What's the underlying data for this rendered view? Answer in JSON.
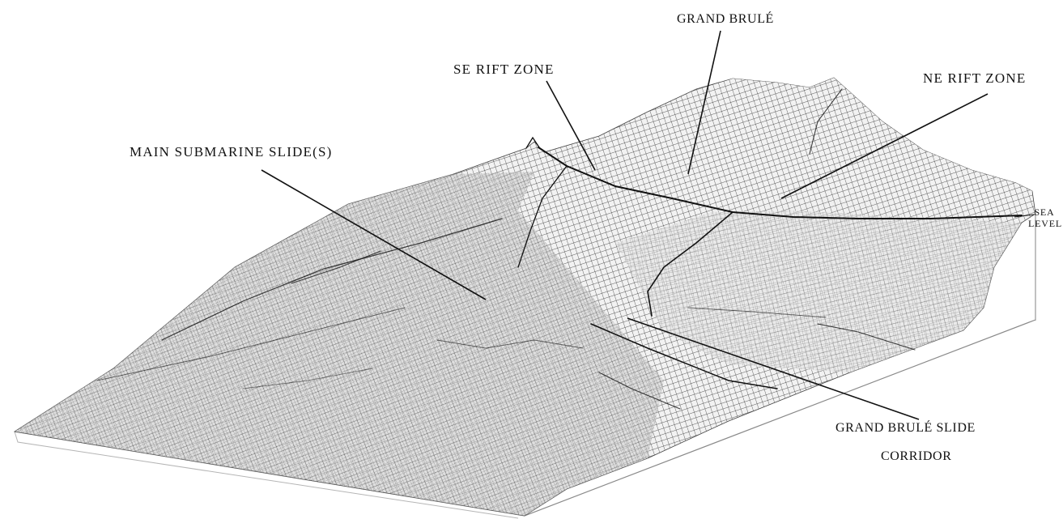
{
  "labels": {
    "grand_brule": "GRAND BRULÉ",
    "se_rift_zone": "SE RIFT ZONE",
    "ne_rift_zone": "NE RIFT ZONE",
    "main_submarine_slide": "MAIN SUBMARINE SLIDE(S)",
    "sea_level_line1": "SEA",
    "sea_level_line2": "LEVEL",
    "grand_brule_slide": "GRAND BRULÉ SLIDE",
    "corridor": "CORRIDOR"
  },
  "colors": {
    "ink": "#111111",
    "mesh": "#1a1a1a",
    "surface_light": "#f4f4f4",
    "surface_dark": "#8a8a8a",
    "paper": "#ffffff"
  }
}
